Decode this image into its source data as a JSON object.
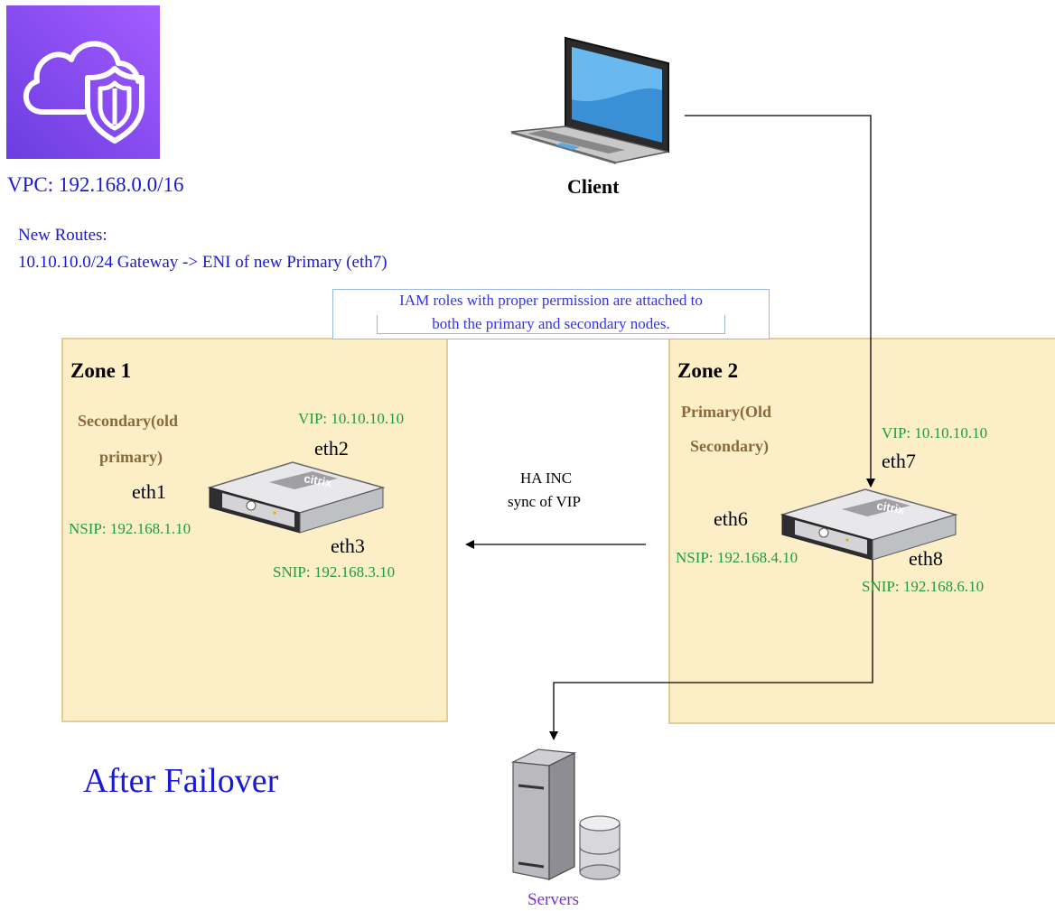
{
  "vpc": {
    "label": "VPC: 192.168.0.0/16",
    "icon": "vpc-cloud-shield-icon",
    "color": "#8c4fff"
  },
  "routes": {
    "title": "New Routes:",
    "entry": "10.10.10.0/24 Gateway -> ENI of new Primary (eth7)"
  },
  "iam_note": {
    "line1": "IAM roles with proper permission are attached to",
    "line2": "both the primary and secondary nodes."
  },
  "client": {
    "label": "Client",
    "icon": "laptop-icon"
  },
  "zone1": {
    "title": "Zone 1",
    "role_line1": "Secondary(old",
    "role_line2": "primary)",
    "vip": "VIP: 10.10.10.10",
    "eth_vip": "eth2",
    "eth_ns": "eth1",
    "nsip": "NSIP: 192.168.1.10",
    "eth_sn": "eth3",
    "snip": "SNIP: 192.168.3.10",
    "device_brand": "citrix"
  },
  "zone2": {
    "title": "Zone 2",
    "role_line1": "Primary(Old",
    "role_line2": "Secondary)",
    "vip": "VIP: 10.10.10.10",
    "eth_vip": "eth7",
    "eth_ns": "eth6",
    "nsip": "NSIP: 192.168.4.10",
    "eth_sn": "eth8",
    "snip": "SNIP: 192.168.6.10",
    "device_brand": "citrix"
  },
  "ha": {
    "line1": "HA INC",
    "line2": "sync of VIP"
  },
  "heading": "After Failover",
  "servers": {
    "label": "Servers",
    "icon": "server-database-icon",
    "label_color": "#7b2fd6"
  },
  "colors": {
    "zone_fill": "#fcefc7",
    "zone_border": "#e3cc99",
    "ip_green": "#1f9d3a",
    "text_blue": "#1a1ad4"
  }
}
